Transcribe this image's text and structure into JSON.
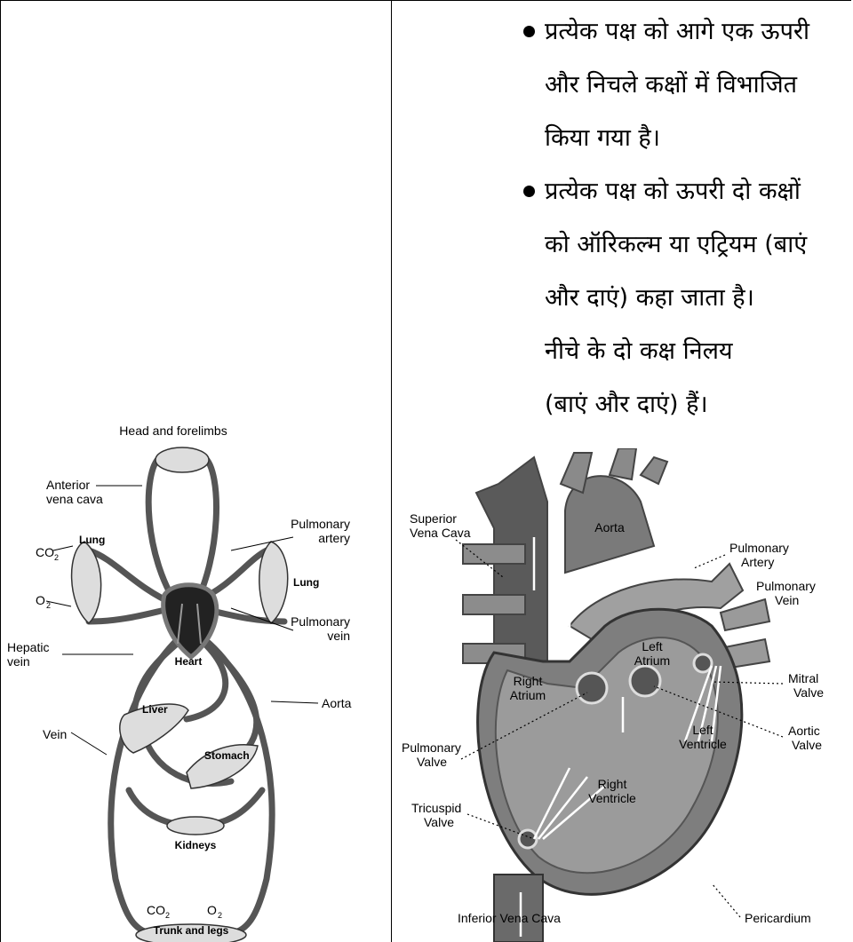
{
  "bullets": [
    {
      "lines": [
        "प्रत्येक पक्ष को आगे एक ऊपरी",
        "और निचले कक्षों में विभाजित",
        "किया गया है।"
      ]
    },
    {
      "lines": [
        "प्रत्येक पक्ष को ऊपरी दो कक्षों",
        "को ऑरिकल्म या एट्रियम (बाएं",
        "और दाएं) कहा जाता है।"
      ]
    }
  ],
  "extra_lines": [
    "नीचे के दो कक्ष निलय",
    "(बाएं और दाएं) हैं।"
  ],
  "circulation_diagram": {
    "labels": {
      "head": "Head and forelimbs",
      "anterior_vena_cava_1": "Anterior",
      "anterior_vena_cava_2": "vena cava",
      "pulmonary_artery_1": "Pulmonary",
      "pulmonary_artery_2": "artery",
      "lung_left": "Lung",
      "lung_right": "Lung",
      "co2_top": "CO",
      "o2_top": "O",
      "sub2": "2",
      "heart": "Heart",
      "pulmonary_vein_1": "Pulmonary",
      "pulmonary_vein_2": "vein",
      "hepatic_vein_1": "Hepatic",
      "hepatic_vein_2": "vein",
      "liver": "Liver",
      "aorta": "Aorta",
      "stomach": "Stomach",
      "vein": "Vein",
      "kidneys": "Kidneys",
      "co2_bottom": "CO",
      "o2_bottom": "O",
      "trunk": "Trunk and legs"
    }
  },
  "heart_diagram": {
    "labels": {
      "superior_1": "Superior",
      "superior_2": "Vena Cava",
      "aorta": "Aorta",
      "pulmonary_artery_1": "Pulmonary",
      "pulmonary_artery_2": "Artery",
      "pulmonary_vein_1": "Pulmonary",
      "pulmonary_vein_2": "Vein",
      "left_atrium_1": "Left",
      "left_atrium_2": "Atrium",
      "right_atrium_1": "Right",
      "right_atrium_2": "Atrium",
      "mitral_1": "Mitral",
      "mitral_2": "Valve",
      "aortic_1": "Aortic",
      "aortic_2": "Valve",
      "pulmonary_valve_1": "Pulmonary",
      "pulmonary_valve_2": "Valve",
      "left_ventricle_1": "Left",
      "left_ventricle_2": "Ventricle",
      "tricuspid_1": "Tricuspid",
      "tricuspid_2": "Valve",
      "right_ventricle_1": "Right",
      "right_ventricle_2": "Ventricle",
      "inferior": "Inferior Vena Cava",
      "pericardium": "Pericardium"
    }
  }
}
